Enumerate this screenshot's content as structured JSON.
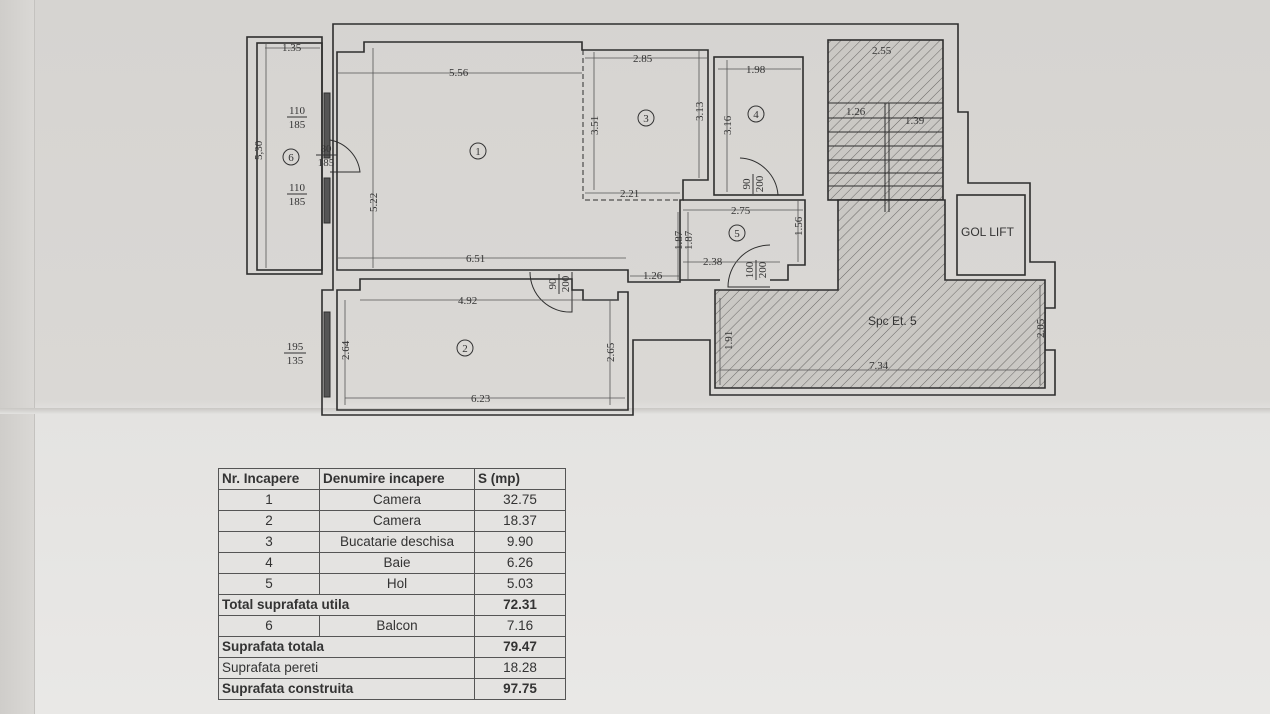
{
  "plan": {
    "rooms": [
      {
        "id": "1",
        "label": "1"
      },
      {
        "id": "2",
        "label": "2"
      },
      {
        "id": "3",
        "label": "3"
      },
      {
        "id": "4",
        "label": "4"
      },
      {
        "id": "5",
        "label": "5"
      },
      {
        "id": "6",
        "label": "6"
      }
    ],
    "dimensions": {
      "balcony_width": "1.35",
      "balcony_length": "5,30",
      "room1_top": "5.56",
      "room1_height": "5.22",
      "room1_bottom": "6.51",
      "room3_width": "2.85",
      "room3_left": "3.51",
      "room3_right": "3.13",
      "room3_bottom": "2.21",
      "room4_width": "1.98",
      "room4_height": "3.16",
      "hall_width": "2.75",
      "hall_height": "1.56",
      "hall_lower": "2.38",
      "hall_left_a": "1.87",
      "hall_left_b": "1.87",
      "corridor": "1.26",
      "room2_top": "4.92",
      "room2_left": "2.64",
      "room2_right": "2.65",
      "room2_bottom": "6.23",
      "stair_width": "2.55",
      "stair_flight_left": "1.26",
      "stair_flight_right": "1.39",
      "landing_left": "1.91",
      "landing_right": "2.05",
      "landing_bottom": "7.34"
    },
    "openings": {
      "window_top": {
        "w": "110",
        "h": "185"
      },
      "balcony_door": {
        "w": "80",
        "h": "185"
      },
      "window_bottom": {
        "w": "110",
        "h": "185"
      },
      "window_room2": {
        "w": "195",
        "h": "135"
      },
      "door_room2": {
        "w": "90",
        "h": "200"
      },
      "door_bath": {
        "w": "90",
        "h": "200"
      },
      "door_entry": {
        "w": "100",
        "h": "200"
      }
    },
    "landing_label": "Spc  Et. 5",
    "lift_label": "GOL  LIFT"
  },
  "table": {
    "headers": [
      "Nr. Incapere",
      "Denumire incapere",
      "S (mp)"
    ],
    "rows": [
      {
        "nr": "1",
        "name": "Camera",
        "area": "32.75"
      },
      {
        "nr": "2",
        "name": "Camera",
        "area": "18.37"
      },
      {
        "nr": "3",
        "name": "Bucatarie deschisa",
        "area": "9.90"
      },
      {
        "nr": "4",
        "name": "Baie",
        "area": "6.26"
      },
      {
        "nr": "5",
        "name": "Hol",
        "area": "5.03"
      }
    ],
    "total_utila": {
      "label": "Total suprafata utila",
      "area": "72.31"
    },
    "balcony": {
      "nr": "6",
      "name": "Balcon",
      "area": "7.16"
    },
    "total": {
      "label": "Suprafata totala",
      "area": "79.47"
    },
    "walls": {
      "label": "Suprafata pereti",
      "area": "18.28"
    },
    "built": {
      "label": "Suprafata construita",
      "area": "97.75"
    }
  }
}
